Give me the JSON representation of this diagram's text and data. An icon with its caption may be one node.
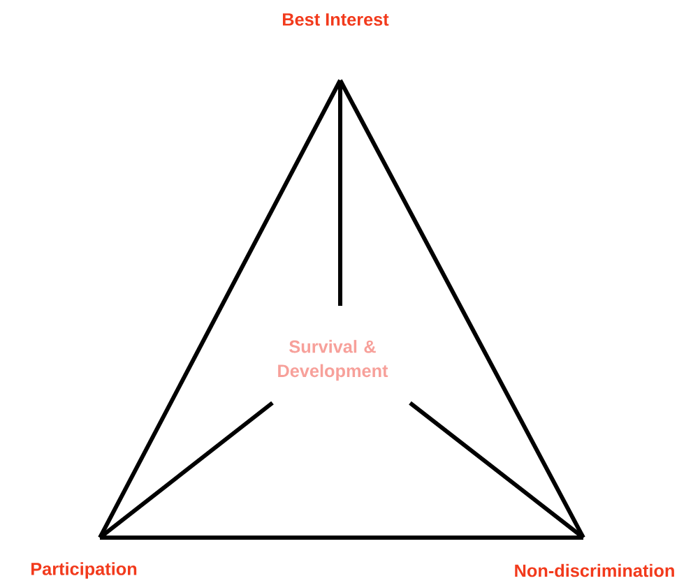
{
  "diagram": {
    "nodes": [
      {
        "text": [
          "Best Interest"
        ]
      },
      {
        "text": [
          "Participation"
        ]
      },
      {
        "text": [
          "Non-discrimination"
        ]
      },
      {
        "text": [
          "Survival & Development"
        ]
      }
    ],
    "edges": [
      {
        "from": 0,
        "to": 1,
        "arrow": "none"
      },
      {
        "from": 1,
        "to": 2,
        "arrow": "none"
      },
      {
        "from": 2,
        "to": 0,
        "arrow": "none"
      },
      {
        "from": 3,
        "to": 0,
        "arrow": "none"
      },
      {
        "from": 3,
        "to": 1,
        "arrow": "none"
      },
      {
        "from": 3,
        "to": 2,
        "arrow": "none"
      }
    ]
  }
}
